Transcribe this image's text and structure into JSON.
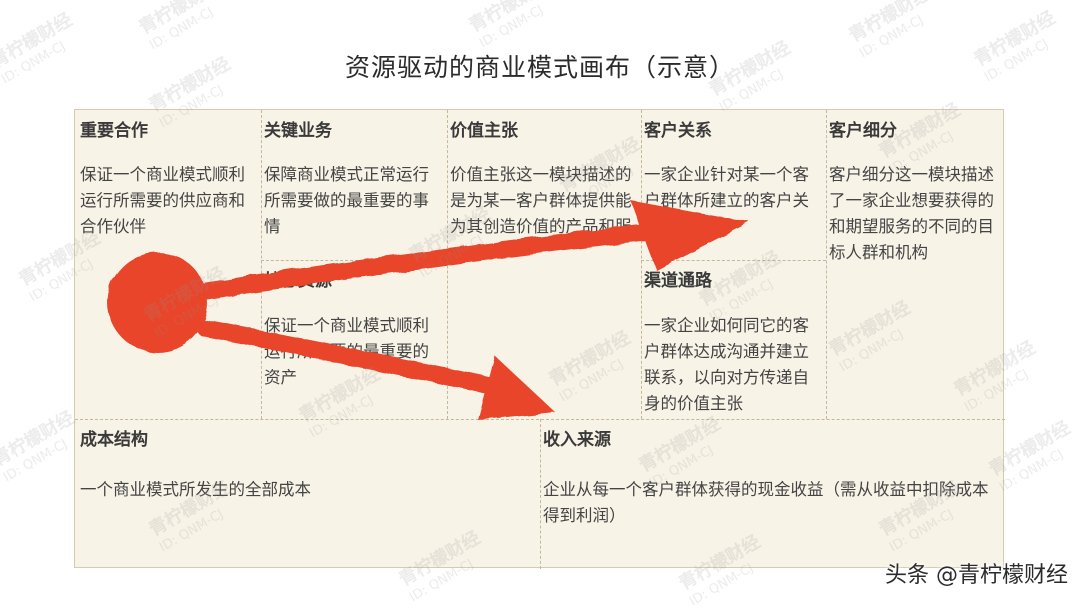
{
  "title": "资源驱动的商业模式画布（示意）",
  "blocks": {
    "key_partners": {
      "label": "重要合作",
      "desc": "保证一个商业模式顺利运行所需要的供应商和合作伙伴"
    },
    "key_activities": {
      "label": "关键业务",
      "desc": "保障商业模式正常运行所需要做的最重要的事情"
    },
    "key_resources": {
      "label": "核心资源",
      "desc": "保证一个商业模式顺利运行所需要的最重要的资产"
    },
    "value_propositions": {
      "label": "价值主张",
      "desc": "价值主张这一模块描述的是为某一客户群体提供能为其创造价值的产品和服务"
    },
    "customer_relationships": {
      "label": "客户关系",
      "desc": "一家企业针对某一个客户群体所建立的客户关系类型"
    },
    "channels": {
      "label": "渠道通路",
      "desc": "一家企业如何同它的客户群体达成沟通并建立联系，以向对方传递自身的价值主张"
    },
    "customer_segments": {
      "label": "客户细分",
      "desc": "客户细分这一模块描述了一家企业想要获得的和期望服务的不同的目标人群和机构"
    },
    "cost_structure": {
      "label": "成本结构",
      "desc": "一个商业模式所发生的全部成本"
    },
    "revenue_streams": {
      "label": "收入来源",
      "desc": "企业从每一个客户群体获得的现金收益（需从收益中扣除成本得到利润）"
    }
  },
  "watermark": {
    "line1": "青柠檬财经",
    "line2": "ID: QNM-CJ"
  },
  "footer": "头条 @青柠檬财经",
  "colors": {
    "arrow": "#e8452a",
    "canvas_bg": "#f8f3e7",
    "grid": "#c4b89a"
  }
}
